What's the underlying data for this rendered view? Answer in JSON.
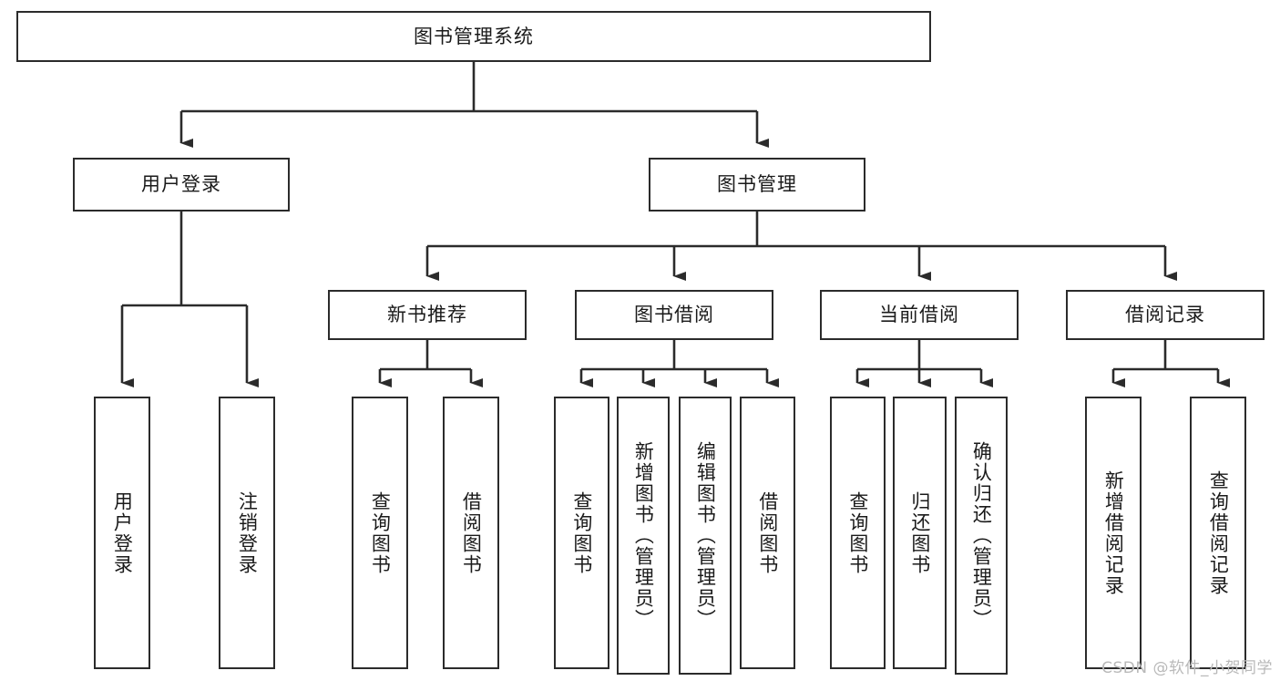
{
  "diagram": {
    "title": "图书管理系统",
    "type": "tree-hierarchy-diagram",
    "root": {
      "label": "图书管理系统"
    },
    "level2": [
      {
        "label": "用户登录"
      },
      {
        "label": "图书管理"
      }
    ],
    "level3": [
      {
        "label": "新书推荐"
      },
      {
        "label": "图书借阅"
      },
      {
        "label": "当前借阅"
      },
      {
        "label": "借阅记录"
      }
    ],
    "leaves": {
      "user_login": [
        {
          "label": "用户登录"
        },
        {
          "label": "注销登录"
        }
      ],
      "new_book_recommend": [
        {
          "label": "查询图书"
        },
        {
          "label": "借阅图书"
        }
      ],
      "book_borrow": [
        {
          "label": "查询图书"
        },
        {
          "label": "新增图书（管理员）"
        },
        {
          "label": "编辑图书（管理员）"
        },
        {
          "label": "借阅图书"
        }
      ],
      "current_borrow": [
        {
          "label": "查询图书"
        },
        {
          "label": "归还图书"
        },
        {
          "label": "确认归还（管理员）"
        }
      ],
      "borrow_record": [
        {
          "label": "新增借阅记录"
        },
        {
          "label": "查询借阅记录"
        }
      ]
    }
  },
  "watermark": {
    "text": "CSDN @软件_小贺同学"
  },
  "colors": {
    "border": "#2b2b2b",
    "background": "#ffffff",
    "text": "#1a1a1a",
    "watermark": "#b9b9b9"
  }
}
